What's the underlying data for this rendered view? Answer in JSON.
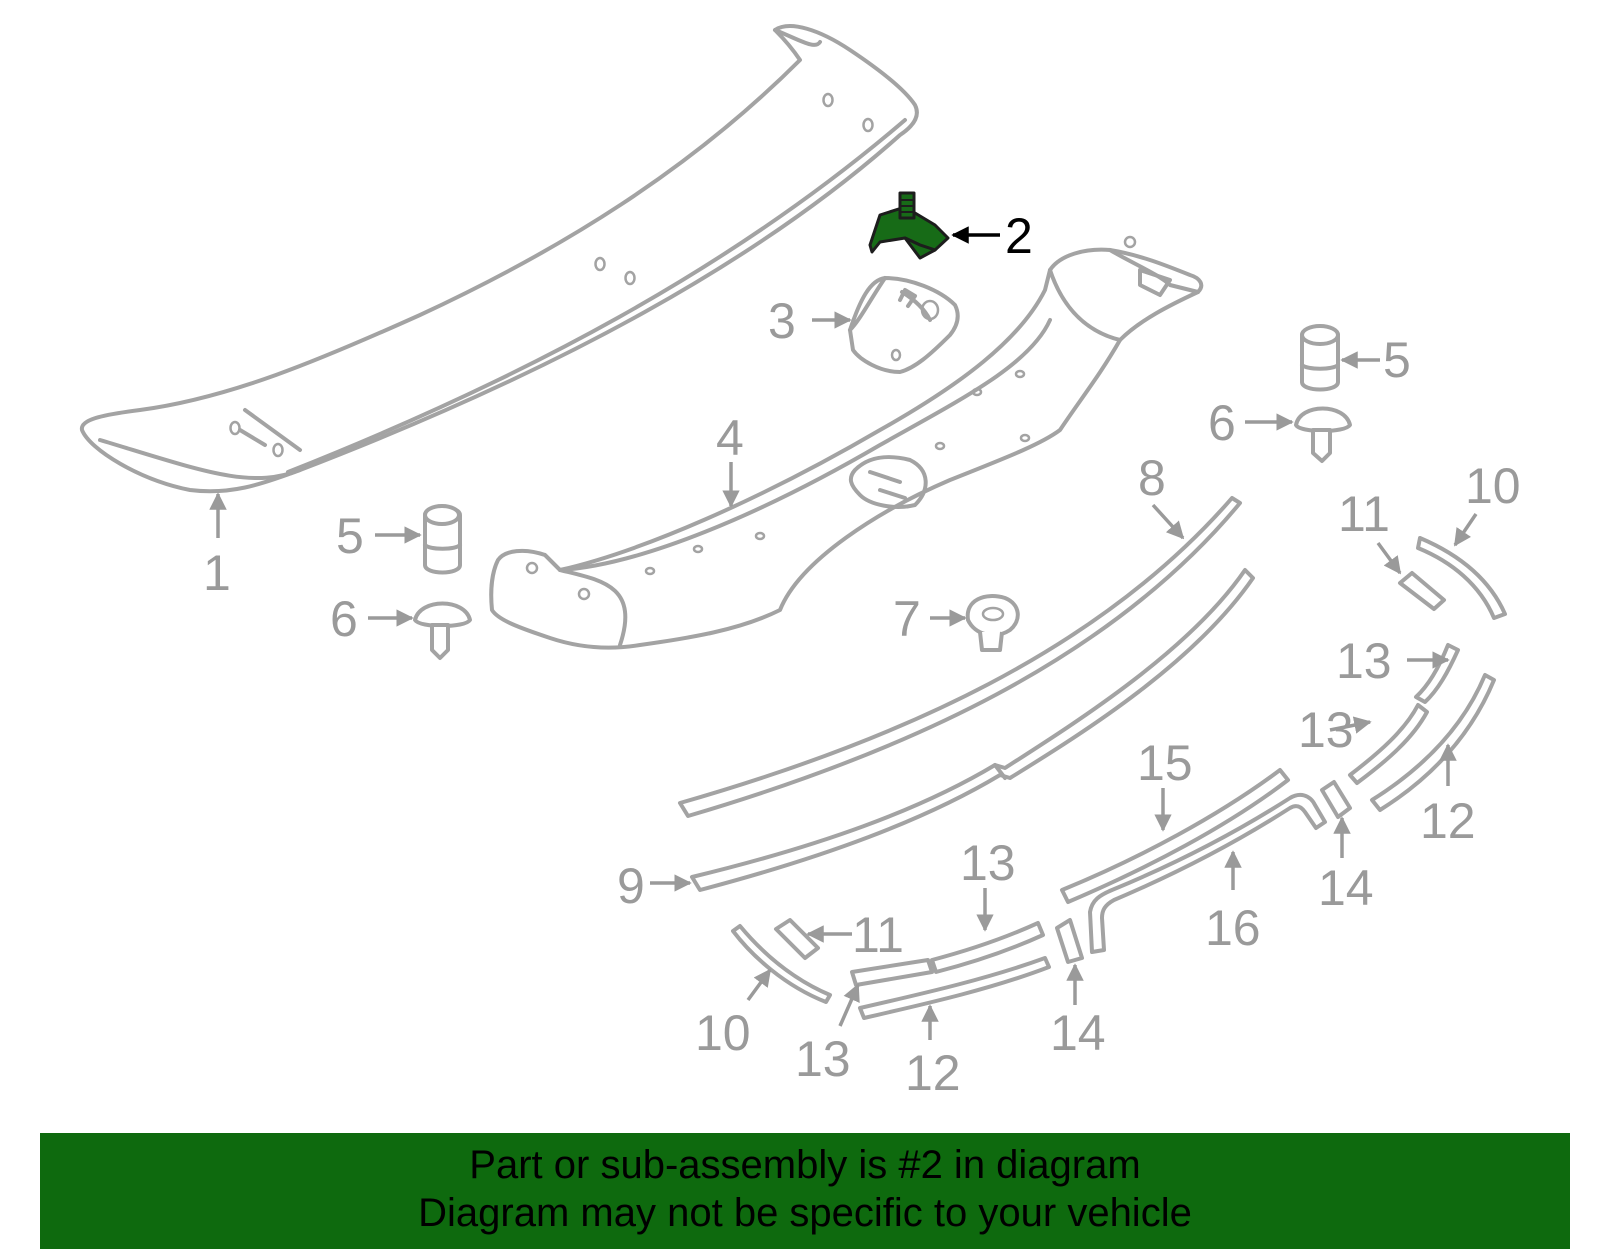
{
  "diagram": {
    "highlight_color": "#176b17",
    "highlighted_callout": "2",
    "callouts": {
      "c1": "1",
      "c2": "2",
      "c3": "3",
      "c4": "4",
      "c5a": "5",
      "c5b": "5",
      "c6a": "6",
      "c6b": "6",
      "c7": "7",
      "c8": "8",
      "c9": "9",
      "c10a": "10",
      "c10b": "10",
      "c11a": "11",
      "c11b": "11",
      "c12a": "12",
      "c12b": "12",
      "c13a": "13",
      "c13b": "13",
      "c13c": "13",
      "c13d": "13",
      "c14a": "14",
      "c14b": "14",
      "c15": "15",
      "c16": "16"
    }
  },
  "banner": {
    "line1": "Part or sub-assembly is #2 in diagram",
    "line2": "Diagram may not be specific to your vehicle",
    "background": "#0e6a0e"
  }
}
